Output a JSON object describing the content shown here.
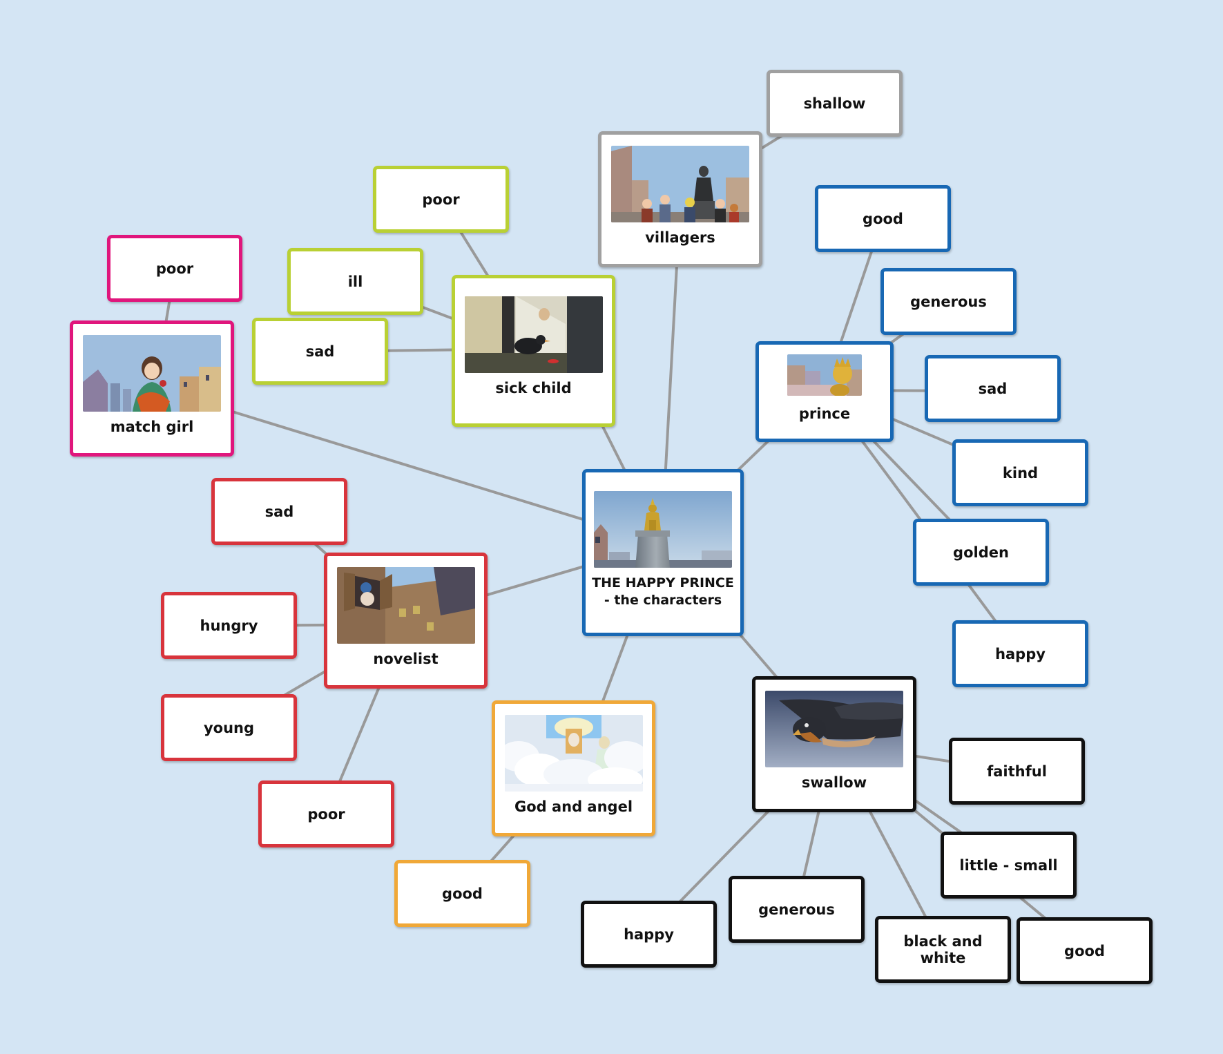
{
  "colors": {
    "background": "#d4e5f4",
    "link": "#999999",
    "blue": "#1868b4",
    "pink": "#e0167c",
    "green": "#b9d034",
    "gray": "#a0a0a0",
    "red": "#d8343c",
    "orange": "#f0a838",
    "black": "#111111"
  },
  "nodes": {
    "center": {
      "label": "THE HAPPY PRINCE - the characters",
      "image": "golden-prince-statue-image"
    },
    "match_girl": {
      "label": "match girl",
      "image": "match-girl-image",
      "traits": [
        "poor"
      ]
    },
    "sick_child": {
      "label": "sick child",
      "image": "sick-child-window-image",
      "traits": [
        "poor",
        "ill",
        "sad"
      ]
    },
    "villagers": {
      "label": "villagers",
      "image": "villagers-statue-image",
      "traits": [
        "shallow"
      ]
    },
    "prince": {
      "label": "prince",
      "image": "prince-image",
      "traits": [
        "good",
        "generous",
        "sad",
        "kind",
        "golden",
        "happy"
      ]
    },
    "novelist": {
      "label": "novelist",
      "image": "novelist-window-image",
      "traits": [
        "sad",
        "hungry",
        "young",
        "poor"
      ]
    },
    "god_angel": {
      "label": "God and angel",
      "image": "god-angel-clouds-image",
      "traits": [
        "good"
      ]
    },
    "swallow": {
      "label": "swallow",
      "image": "swallow-bird-image",
      "traits": [
        "faithful",
        "little - small",
        "good",
        "black and white",
        "generous",
        "happy"
      ]
    }
  }
}
